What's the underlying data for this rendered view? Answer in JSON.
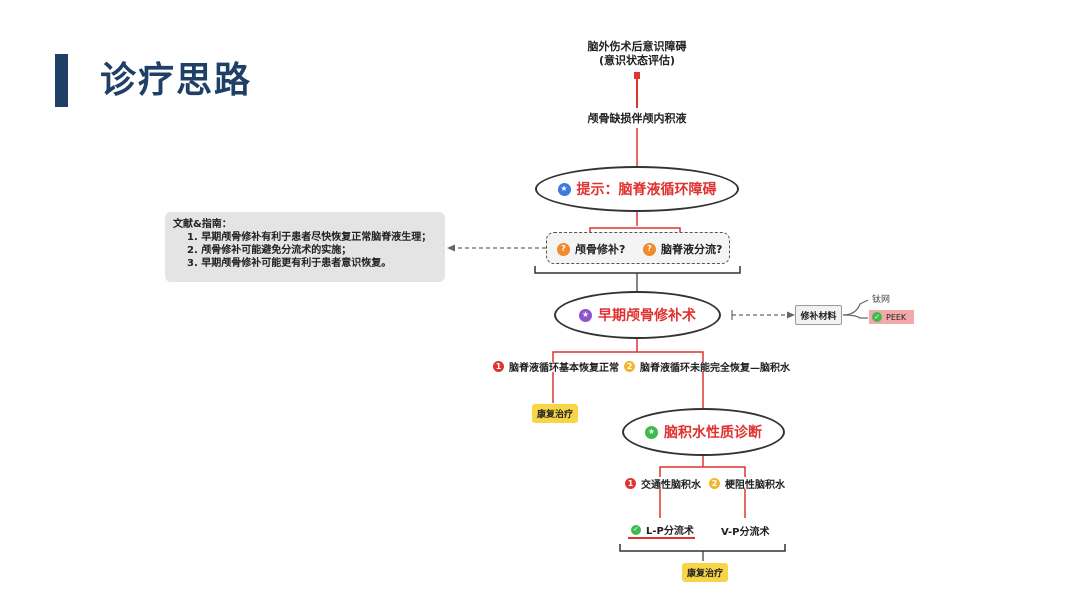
{
  "page_title": "诊疗思路",
  "top": {
    "line1": "脑外伤术后意识障碍",
    "line2": "(意识状态评估)"
  },
  "cranial_defect": "颅骨缺损伴颅内积液",
  "hint": {
    "label": "提示：脑脊液循环障碍"
  },
  "questions": [
    {
      "num": "?",
      "label": "颅骨修补?"
    },
    {
      "num": "?",
      "label": "脑脊液分流?"
    }
  ],
  "literature": {
    "heading": "文献&指南：",
    "items": [
      "1.  早期颅骨修补有利于患者尽快恢复正常脑脊液生理；",
      "2. 颅骨修补可能避免分流术的实施；",
      "3. 早期颅骨修补可能更有利于患者意识恢复。"
    ]
  },
  "early_repair": {
    "label": "早期颅骨修补术"
  },
  "repair_material": {
    "label": "修补材料",
    "option1": "钛网",
    "option2": "PEEK"
  },
  "outcomes": [
    {
      "num": "1",
      "label": "脑脊液循环基本恢复正常"
    },
    {
      "num": "2",
      "label": "脑脊液循环未能完全恢复—脑积水"
    }
  ],
  "rehab_1": "康复治疗",
  "hydro_diag": {
    "label": "脑积水性质诊断"
  },
  "hydro_types": [
    {
      "num": "1",
      "label": "交通性脑积水"
    },
    {
      "num": "2",
      "label": "梗阻性脑积水"
    }
  ],
  "shunts": {
    "lp": "L-P分流术",
    "vp": "V-P分流术"
  },
  "rehab_2": "康复治疗",
  "colors": {
    "navy": "#1f3f66",
    "red": "#e0322f",
    "orange": "#f08a2c",
    "yellow": "#f7d547",
    "blue_icon": "#3b7be0",
    "purple_icon": "#8c55c9",
    "green_icon": "#3dbb50",
    "peek_bg": "#f1a9a9"
  }
}
